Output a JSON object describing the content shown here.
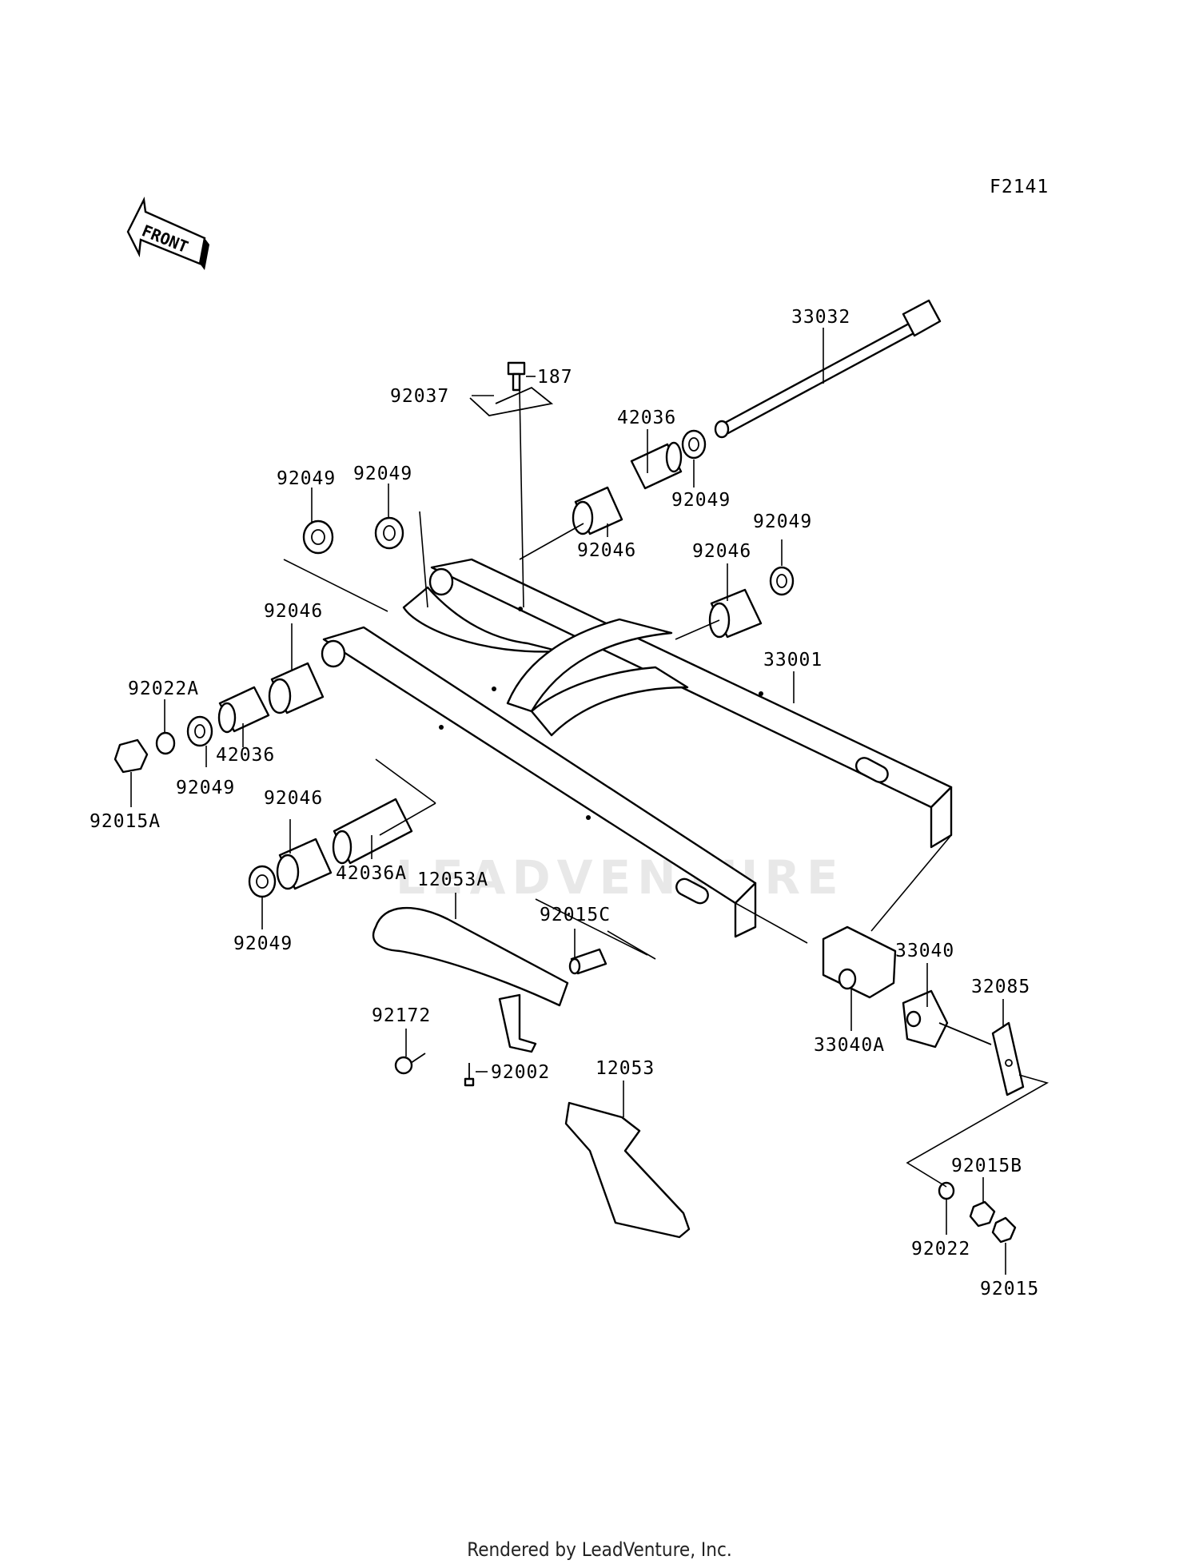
{
  "diagram": {
    "figure_code": "F2141",
    "front_label": "FRONT",
    "watermark": "LEADVENTURE",
    "footer": "Rendered by LeadVenture, Inc.",
    "callouts": {
      "c33032": "33032",
      "c187": "187",
      "c92037": "92037",
      "c42036_top": "42036",
      "c92049_top_right": "92049",
      "c92049_a": "92049",
      "c92049_b": "92049",
      "c92046_top": "92046",
      "c92049_right": "92049",
      "c92046_right": "92046",
      "c92046_left": "92046",
      "c33001": "33001",
      "c92022A": "92022A",
      "c42036_left": "42036",
      "c92049_left": "92049",
      "c92015A": "92015A",
      "c92046_low": "92046",
      "c42036A": "42036A",
      "c92049_low": "92049",
      "c12053A": "12053A",
      "c92015C": "92015C",
      "c33040": "33040",
      "c32085": "32085",
      "c33040A": "33040A",
      "c92172": "92172",
      "c92002": "92002",
      "c12053": "12053",
      "c92015B": "92015B",
      "c92022": "92022",
      "c92015": "92015"
    }
  }
}
